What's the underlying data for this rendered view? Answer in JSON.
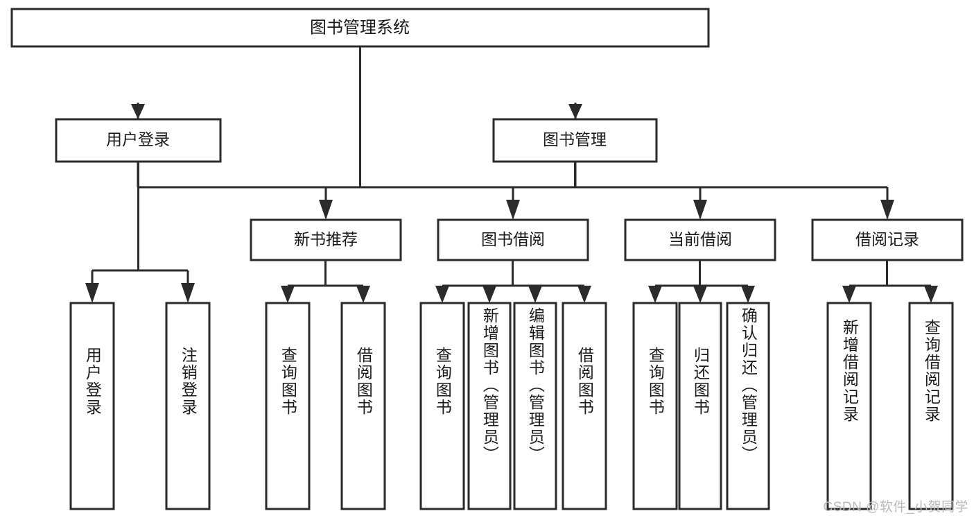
{
  "diagram": {
    "type": "tree",
    "title": "图书管理系统",
    "root": {
      "label": "图书管理系统"
    },
    "level1": [
      {
        "label": "用户登录"
      },
      {
        "label": "图书管理"
      }
    ],
    "level2": [
      {
        "label": "新书推荐"
      },
      {
        "label": "图书借阅"
      },
      {
        "label": "当前借阅"
      },
      {
        "label": "借阅记录"
      }
    ],
    "leaves": {
      "user_login": [
        {
          "label": "用户登录"
        },
        {
          "label": "注销登录"
        }
      ],
      "new_book_recommend": [
        {
          "label": "查询图书"
        },
        {
          "label": "借阅图书"
        }
      ],
      "book_borrow": [
        {
          "label": "查询图书"
        },
        {
          "label": "新增图书（管理员）"
        },
        {
          "label": "编辑图书（管理员）"
        },
        {
          "label": "借阅图书"
        }
      ],
      "current_borrow": [
        {
          "label": "查询图书"
        },
        {
          "label": "归还图书"
        },
        {
          "label": "确认归还（管理员）"
        }
      ],
      "borrow_records": [
        {
          "label": "新增借阅记录"
        },
        {
          "label": "查询借阅记录"
        }
      ]
    }
  },
  "watermark": {
    "text": "CSDN @软件_小贺同学"
  },
  "colors": {
    "stroke": "#2b2b2b",
    "fill": "#ffffff",
    "text": "#1a1a1a",
    "watermark": "#b9b9b9"
  }
}
